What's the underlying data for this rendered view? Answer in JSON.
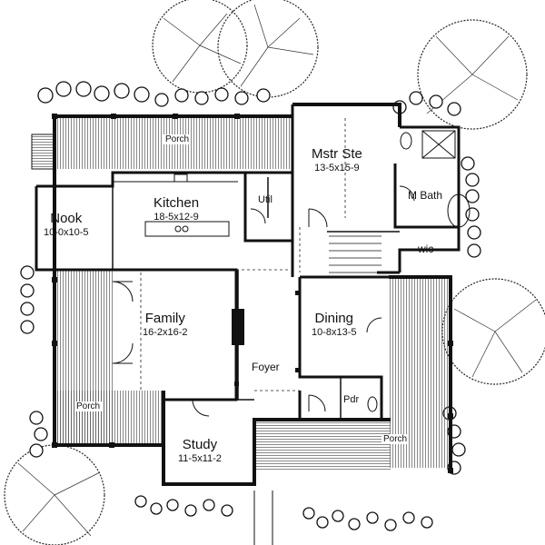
{
  "rooms": {
    "mstr_ste": {
      "name": "Mstr Ste",
      "dims": "13-5x15-9"
    },
    "kitchen": {
      "name": "Kitchen",
      "dims": "18-5x12-9"
    },
    "nook": {
      "name": "Nook",
      "dims": "10-0x10-5"
    },
    "family": {
      "name": "Family",
      "dims": "16-2x16-2"
    },
    "dining": {
      "name": "Dining",
      "dims": "10-8x13-5"
    },
    "study": {
      "name": "Study",
      "dims": "11-5x11-2"
    },
    "m_bath": {
      "name": "M Bath"
    },
    "wic": {
      "name": "wic"
    },
    "util": {
      "name": "Util"
    },
    "pdr": {
      "name": "Pdr"
    },
    "foyer": {
      "name": "Foyer"
    }
  },
  "porches": {
    "top": "Porch",
    "left": "Porch",
    "right": "Porch"
  }
}
